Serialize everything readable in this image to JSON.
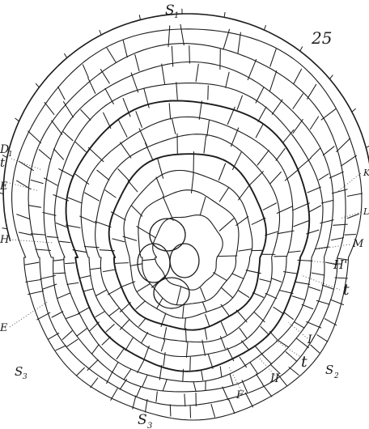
{
  "figure": {
    "number": "25",
    "labels": {
      "s1": "S",
      "s1_sub": "1",
      "s2": "S",
      "s2_sub": "2",
      "s3_left": "S",
      "s3_left_sub": "3",
      "s3_bottom": "S",
      "s3_bottom_sub": "3",
      "d1": "D",
      "d1_sub": "1",
      "t_left": "t",
      "e_left_top": "E",
      "h_left": "H",
      "e_left_bottom": "E",
      "m_right": "M",
      "h_prime_right": "H'",
      "t_right": "t",
      "i_right": "I",
      "t_lower_right": "t",
      "ii_right": "II",
      "f_bottom": "F",
      "k_right_edge": "K",
      "l_right_edge": "L"
    }
  }
}
